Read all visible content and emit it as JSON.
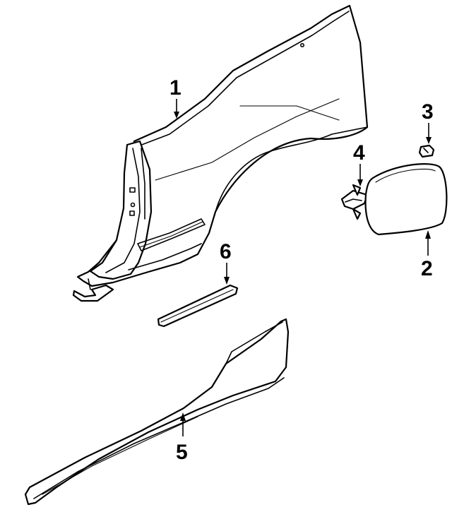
{
  "callouts": [
    {
      "id": "1",
      "label": "1"
    },
    {
      "id": "2",
      "label": "2"
    },
    {
      "id": "3",
      "label": "3"
    },
    {
      "id": "4",
      "label": "4"
    },
    {
      "id": "5",
      "label": "5"
    },
    {
      "id": "6",
      "label": "6"
    }
  ],
  "parts": [
    {
      "callout": "1",
      "name": "quarter-panel"
    },
    {
      "callout": "2",
      "name": "fuel-door"
    },
    {
      "callout": "3",
      "name": "bumper-clip"
    },
    {
      "callout": "4",
      "name": "fuel-door-hinge"
    },
    {
      "callout": "5",
      "name": "rocker-molding"
    },
    {
      "callout": "6",
      "name": "door-molding"
    }
  ]
}
